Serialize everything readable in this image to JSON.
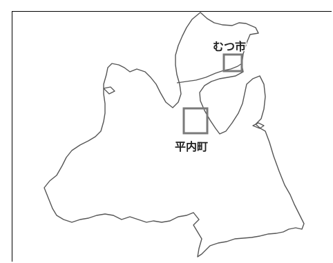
{
  "map": {
    "locations": [
      {
        "id": "mutsu",
        "name": "むつ市"
      },
      {
        "id": "hiranai",
        "name": "平内町"
      }
    ],
    "highlight_color": "#7a7a7a",
    "outline_color": "#555555"
  }
}
